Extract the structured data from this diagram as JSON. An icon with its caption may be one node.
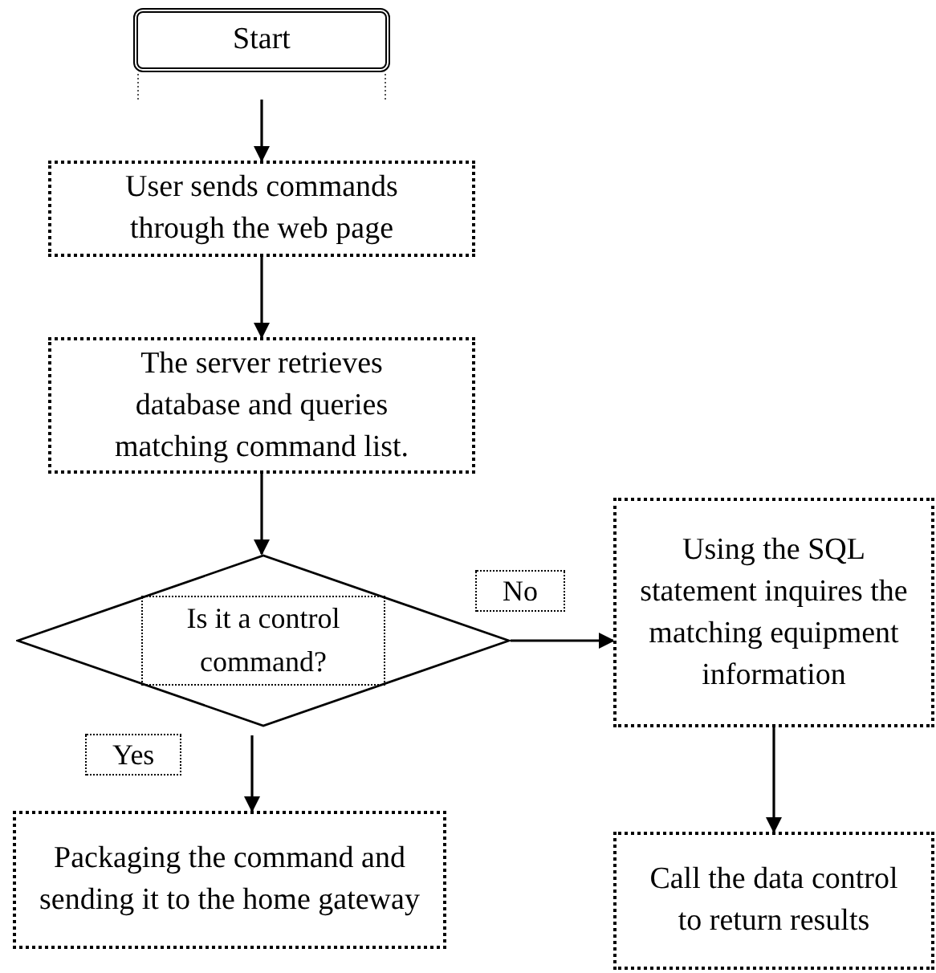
{
  "diagram": {
    "nodes": [
      {
        "text": [
          "Start"
        ]
      },
      {
        "text": [
          "User sends commands through the web page"
        ]
      },
      {
        "text": [
          "The server retrieves database and queries matching command list."
        ]
      },
      {
        "text": [
          "Is it a control command?"
        ]
      },
      {
        "text": [
          "Packaging the command and sending it to the home gateway"
        ]
      },
      {
        "text": [
          "Using the SQL statement inquires the matching equipment information"
        ]
      },
      {
        "text": [
          "Call the data control to return results"
        ]
      }
    ],
    "edges": [
      {
        "from": 0,
        "to": 1,
        "arrow": "to"
      },
      {
        "from": 1,
        "to": 2,
        "arrow": "to"
      },
      {
        "from": 2,
        "to": 3,
        "arrow": "to"
      },
      {
        "from": 3,
        "to": 4,
        "arrow": "to",
        "label": "Yes"
      },
      {
        "from": 3,
        "to": 5,
        "arrow": "to",
        "label": "No"
      },
      {
        "from": 5,
        "to": 6,
        "arrow": "to"
      }
    ]
  }
}
